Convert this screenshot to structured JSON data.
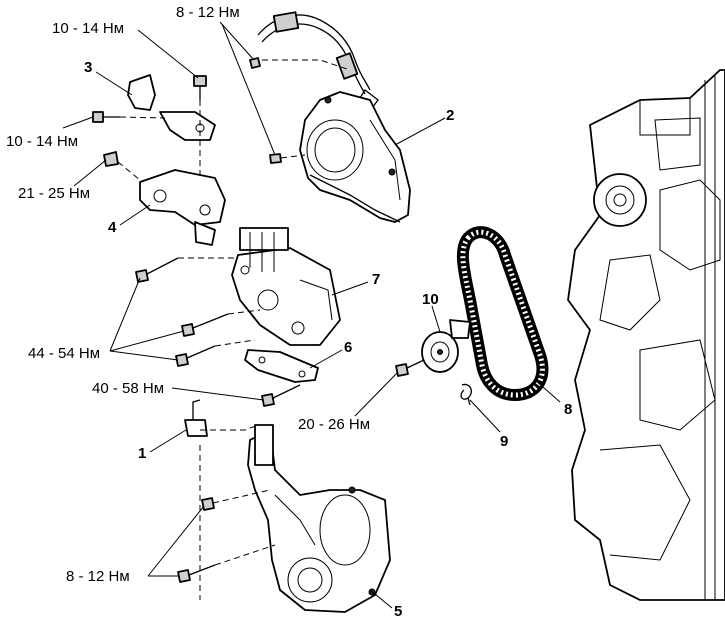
{
  "callouts": {
    "c1": "1",
    "c2": "2",
    "c3": "3",
    "c4": "4",
    "c5": "5",
    "c6": "6",
    "c7": "7",
    "c8": "8",
    "c9": "9",
    "c10": "10"
  },
  "torques": {
    "t_top_left": "10 - 14 Нм",
    "t_top_center": "8 - 12 Нм",
    "t_left_10_14": "10 - 14 Нм",
    "t_21_25": "21 - 25 Нм",
    "t_44_54": "44 - 54 Нм",
    "t_40_58": "40 - 58 Нм",
    "t_20_26": "20 - 26 Нм",
    "t_bottom_8_12": "8 - 12 Нм"
  }
}
